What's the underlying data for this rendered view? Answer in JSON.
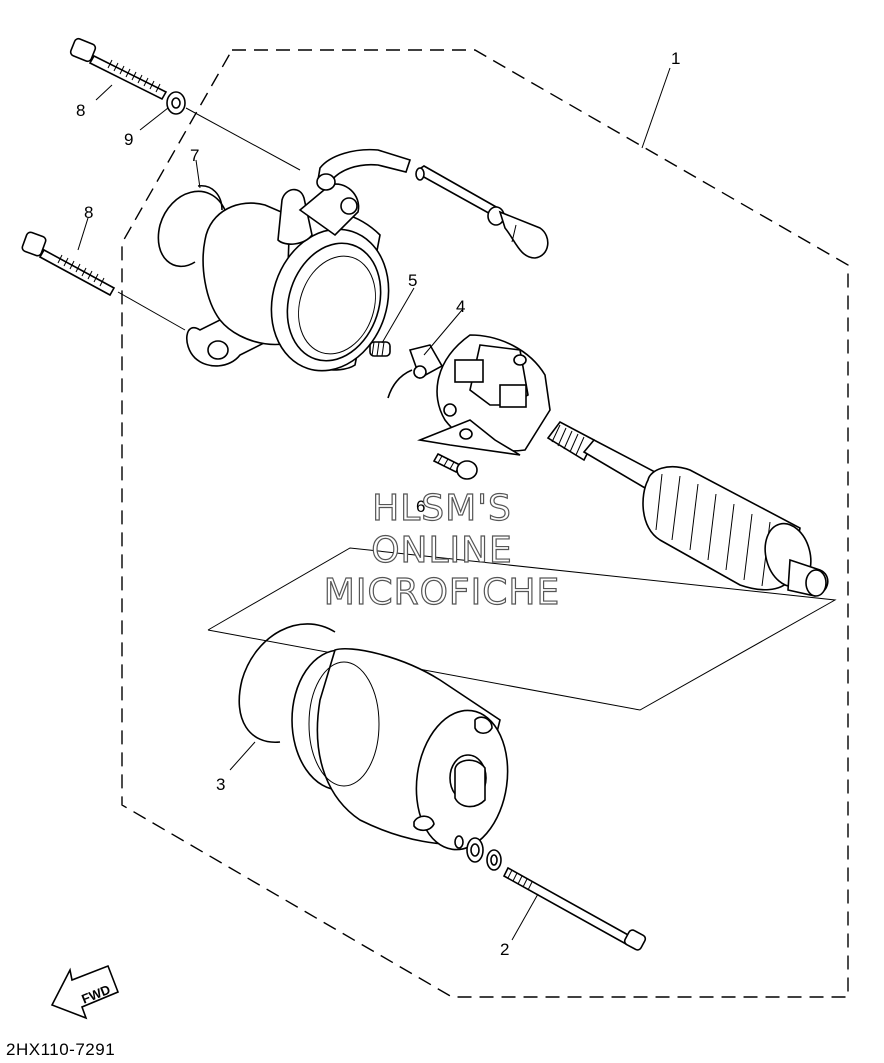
{
  "callouts": {
    "c1": "1",
    "c2": "2",
    "c3": "3",
    "c4": "4",
    "c5": "5",
    "c6": "6",
    "c7": "7",
    "c8a": "8",
    "c8b": "8",
    "c9": "9"
  },
  "watermark": {
    "line1": "HLSM'S",
    "line2": "ONLINE",
    "line3": "MICROFICHE"
  },
  "fwd_label": "FWD",
  "diagram_code": "2HX110-7291"
}
